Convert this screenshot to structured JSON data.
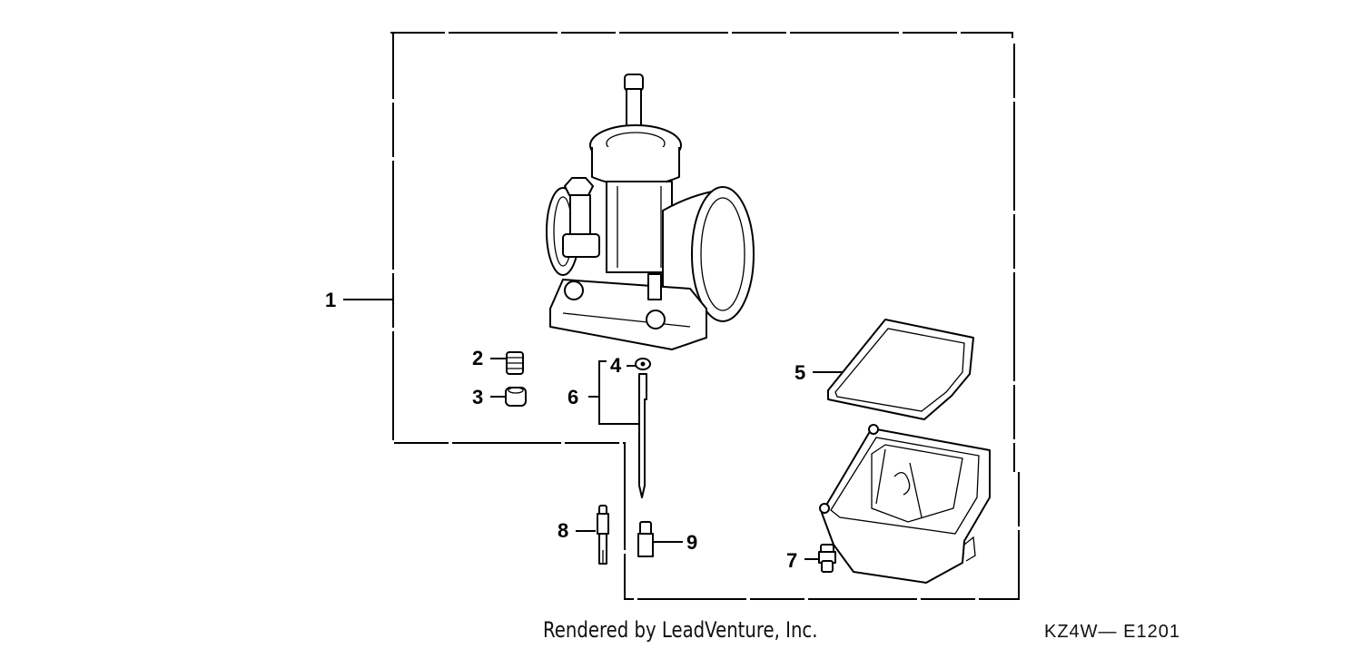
{
  "callouts": {
    "c1": "1",
    "c2": "2",
    "c3": "3",
    "c4": "4",
    "c5": "5",
    "c6": "6",
    "c7": "7",
    "c8": "8",
    "c9": "9"
  },
  "footer": {
    "credit": "Rendered by LeadVenture, Inc.",
    "code": "KZ4W— E1201"
  },
  "icons": {
    "carburetor": "carburetor-body-icon",
    "gasket": "float-chamber-gasket-icon",
    "float_chamber": "float-chamber-icon"
  }
}
